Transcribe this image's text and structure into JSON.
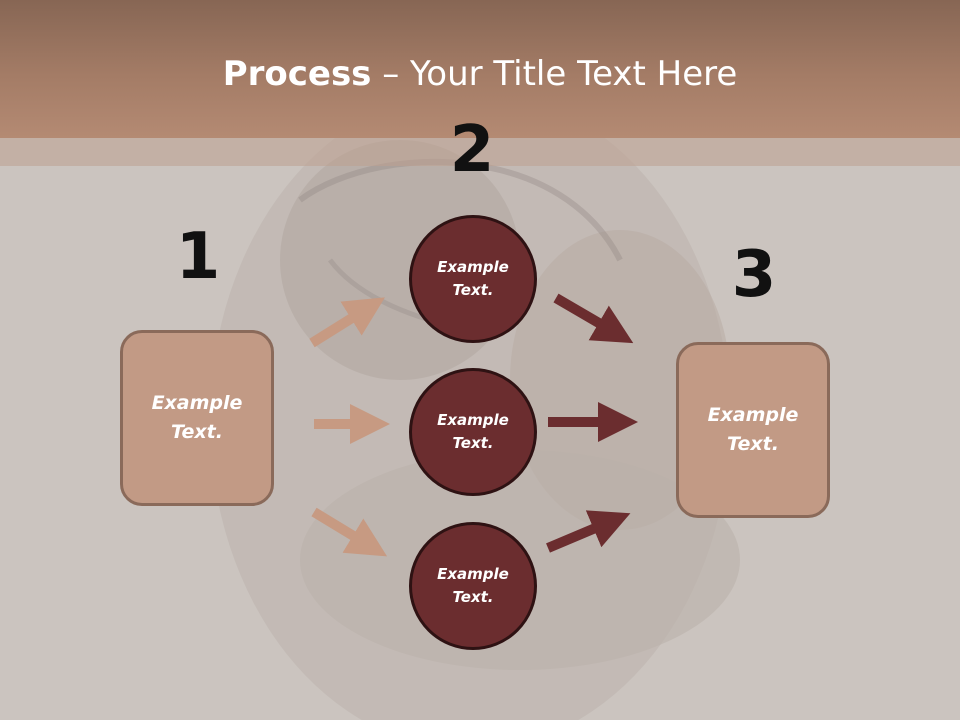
{
  "title": {
    "bold": "Process",
    "rest": " – Your Title Text Here"
  },
  "steps": [
    {
      "number": "1",
      "label": "Example\nText."
    },
    {
      "number": "2",
      "label": ""
    },
    {
      "number": "3",
      "label": "Example\nText."
    }
  ],
  "circles": [
    {
      "label": "Example\nText."
    },
    {
      "label": "Example\nText."
    },
    {
      "label": "Example\nText."
    }
  ],
  "colors": {
    "header": "#a47c66",
    "box_fill": "#c29a85",
    "circle_fill": "#6b2d2f",
    "arrow_light": "#c79a82",
    "arrow_dark": "#6b2d2f"
  }
}
